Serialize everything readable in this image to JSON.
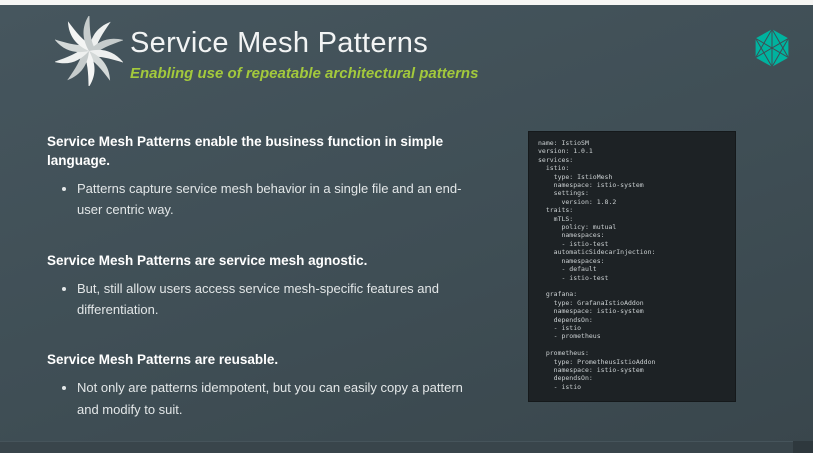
{
  "slide": {
    "title": "Service Mesh Patterns",
    "subtitle": "Enabling use of repeatable architectural patterns",
    "colors": {
      "background": "#3f4e55",
      "accent_green": "#a3c93c",
      "logo_teal": "#00b39f",
      "code_background": "#1d2225"
    }
  },
  "sections": [
    {
      "heading": "Service Mesh Patterns enable the business function in simple language.",
      "bullets": [
        "Patterns capture service mesh behavior in a single file and an end-user centric way."
      ]
    },
    {
      "heading": "Service Mesh Patterns are service mesh agnostic.",
      "bullets": [
        "But, still allow users access service mesh-specific features and differentiation."
      ]
    },
    {
      "heading": "Service Mesh Patterns are reusable.",
      "bullets": [
        "Not only are patterns idempotent, but you can easily copy a pattern and modify to suit."
      ]
    }
  ],
  "code": {
    "lines": [
      "name: IstioSM",
      "version: 1.0.1",
      "services:",
      "  istio:",
      "    type: IstioMesh",
      "    namespace: istio-system",
      "    settings:",
      "      version: 1.8.2",
      "  traits:",
      "    mTLS:",
      "      policy: mutual",
      "      namespaces:",
      "      - istio-test",
      "    automaticSidecarInjection:",
      "      namespaces:",
      "      - default",
      "      - istio-test",
      "",
      "  grafana:",
      "    type: GrafanaIstioAddon",
      "    namespace: istio-system",
      "    dependsOn:",
      "    - istio",
      "    - prometheus",
      "",
      "  prometheus:",
      "    type: PrometheusIstioAddon",
      "    namespace: istio-system",
      "    dependsOn:",
      "    - istio"
    ]
  }
}
